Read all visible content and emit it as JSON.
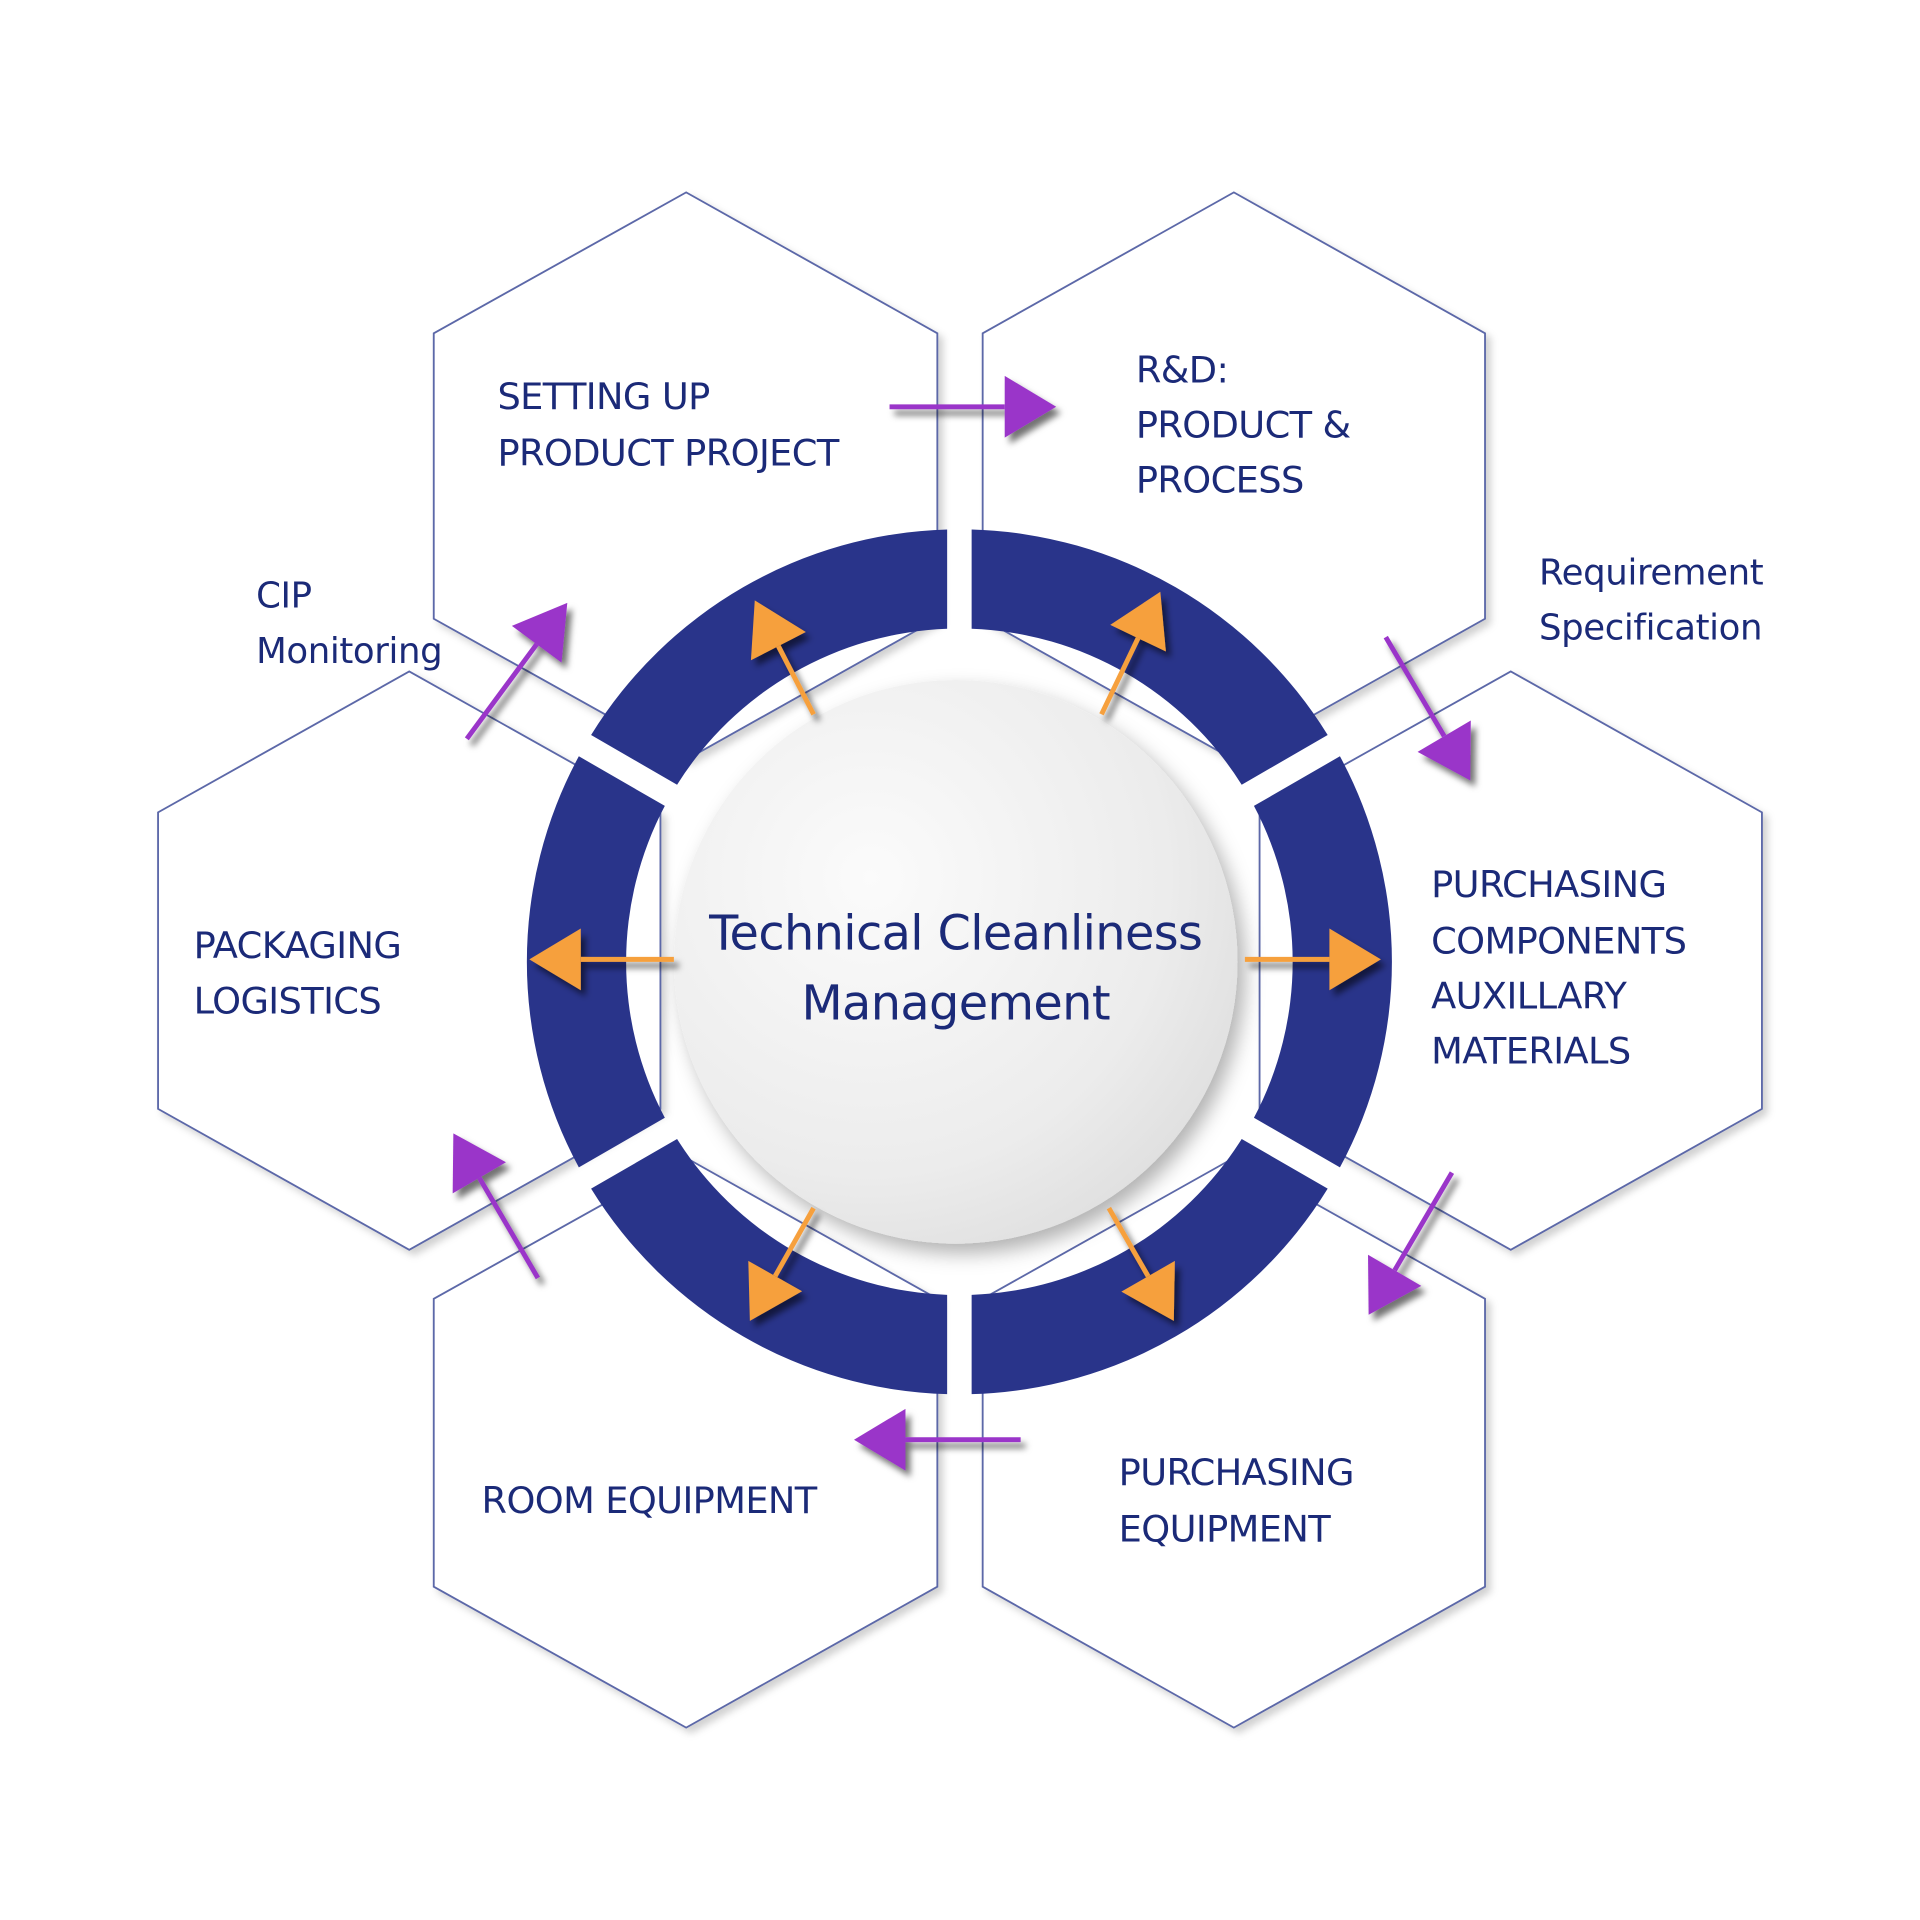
{
  "title": "Technical Cleanliness Management",
  "center": {
    "lines": [
      "Technical Cleanliness",
      "Management"
    ]
  },
  "colors": {
    "ring": "#29348a",
    "text": "#1b2a78",
    "hex_stroke": "#5b67a8",
    "orange_arrow": "#f6a03e",
    "purple_arrow": "#9a35c9"
  },
  "stages": [
    {
      "id": "setting-up",
      "lines": [
        "SETTING UP",
        "PRODUCT PROJECT"
      ]
    },
    {
      "id": "rnd",
      "lines": [
        "R&D:",
        "PRODUCT &",
        "PROCESS"
      ]
    },
    {
      "id": "purchasing-components",
      "lines": [
        "PURCHASING",
        "COMPONENTS",
        "AUXILLARY",
        "MATERIALS"
      ]
    },
    {
      "id": "purchasing-equipment",
      "lines": [
        "PURCHASING",
        "EQUIPMENT"
      ]
    },
    {
      "id": "room-equipment",
      "lines": [
        "ROOM EQUIPMENT"
      ]
    },
    {
      "id": "packaging-logistics",
      "lines": [
        "PACKAGING",
        "LOGISTICS"
      ]
    }
  ],
  "annotations": {
    "requirement": [
      "Requirement",
      "Specification"
    ],
    "cip": [
      "CIP",
      "Monitoring"
    ]
  }
}
